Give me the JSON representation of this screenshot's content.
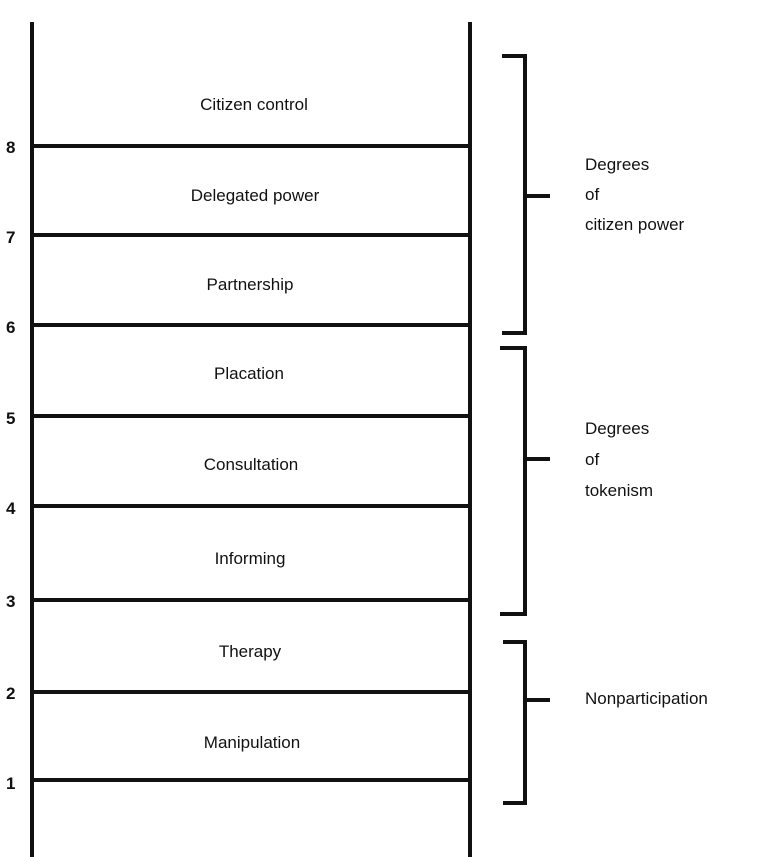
{
  "rungs": [
    {
      "number": "1",
      "label": "Manipulation"
    },
    {
      "number": "2",
      "label": "Therapy"
    },
    {
      "number": "3",
      "label": "Informing"
    },
    {
      "number": "4",
      "label": "Consultation"
    },
    {
      "number": "5",
      "label": "Placation"
    },
    {
      "number": "6",
      "label": "Partnership"
    },
    {
      "number": "7",
      "label": "Delegated power"
    },
    {
      "number": "8",
      "label": "Citizen control"
    }
  ],
  "groups": [
    {
      "from_rung": 6,
      "to_rung": 8,
      "lines": [
        "Degrees",
        "of",
        "citizen power"
      ]
    },
    {
      "from_rung": 3,
      "to_rung": 5,
      "lines": [
        "Degrees",
        "of",
        "tokenism"
      ]
    },
    {
      "from_rung": 1,
      "to_rung": 2,
      "lines": [
        "Nonparticipation"
      ]
    }
  ]
}
